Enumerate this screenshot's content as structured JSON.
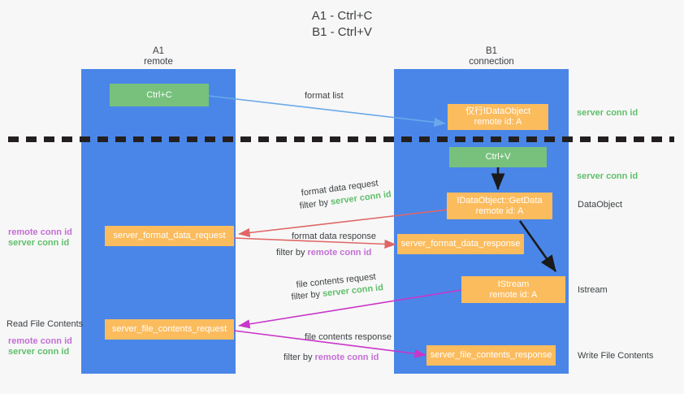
{
  "title": "A1 - Ctrl+C\nB1 - Ctrl+V",
  "columns": [
    {
      "id": "a1",
      "name": "A1",
      "role": "remote",
      "header": "A1\nremote"
    },
    {
      "id": "b1",
      "name": "B1",
      "role": "connection",
      "header": "B1\nconnection"
    }
  ],
  "colors": {
    "lane": "#4a86e8",
    "green_box": "#77c17c",
    "orange_box": "#fbbc5e",
    "server_conn_id": "#5fbf6a",
    "remote_conn_id": "#c36fd4",
    "format_list_arrow": "#6aa9e9",
    "format_data_arrow": "#e06666",
    "file_contents_arrow": "#c936c9",
    "black_arrow": "#1a1a1a",
    "dash_line": "#231f20"
  },
  "nodes": {
    "ctrl_c": {
      "line1": "Ctrl+C",
      "line2": "",
      "style": "green"
    },
    "idataobject_top": {
      "line1": "仅行IDataObject",
      "line2": "remote id: A",
      "style": "orange"
    },
    "ctrl_v": {
      "line1": "Ctrl+V",
      "line2": "",
      "style": "green"
    },
    "getdata": {
      "line1": "IDataObject::GetData",
      "line2": "remote id: A",
      "style": "orange"
    },
    "server_format_data_request": {
      "line1": "server_format_data_request",
      "line2": "",
      "style": "orange"
    },
    "server_format_data_response": {
      "line1": "server_format_data_response",
      "line2": "",
      "style": "orange"
    },
    "istream": {
      "line1": "IStream",
      "line2": "remote id: A",
      "style": "orange"
    },
    "server_file_contents_request": {
      "line1": "server_file_contents_request",
      "line2": "",
      "style": "orange"
    },
    "server_file_contents_response": {
      "line1": "server_file_contents_response",
      "line2": "",
      "style": "orange"
    }
  },
  "edges": {
    "format_list": {
      "label": "format list"
    },
    "format_data_request": {
      "label": "format data request",
      "filter_prefix": "filter by ",
      "filter_value": "server conn id",
      "filter_color": "server"
    },
    "format_data_response": {
      "label": "format data response",
      "filter_prefix": "filter by ",
      "filter_value": "remote conn id",
      "filter_color": "remote"
    },
    "file_contents_request": {
      "label": "file contents request",
      "filter_prefix": "filter by ",
      "filter_value": "server conn id",
      "filter_color": "server"
    },
    "file_contents_response": {
      "label": "file contents response",
      "filter_prefix": "filter by ",
      "filter_value": "remote conn id",
      "filter_color": "remote"
    }
  },
  "right_notes": {
    "server_conn_id_top": "server conn id",
    "server_conn_id_mid": "server conn id",
    "dataobject": "DataObject",
    "istream": "Istream",
    "write_file_contents": "Write File Contents"
  },
  "left_notes": {
    "remote_conn_id_mid": "remote conn id",
    "server_conn_id_mid": "server conn id",
    "read_file_contents": "Read File Contents",
    "remote_conn_id_low": "remote conn id",
    "server_conn_id_low": "server conn id"
  }
}
